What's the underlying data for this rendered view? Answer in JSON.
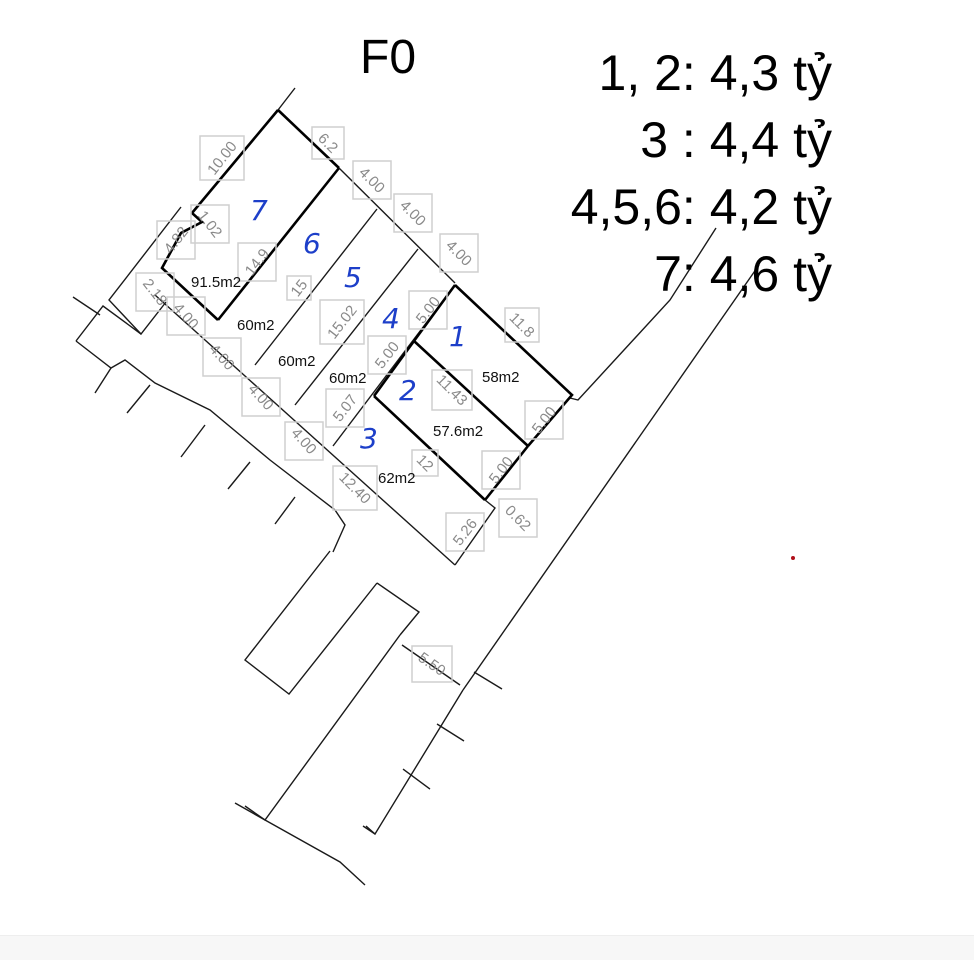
{
  "title": "F0",
  "prices": [
    {
      "plots": "1, 2",
      "sep": ":",
      "price": "4,3 tỷ",
      "text": "1, 2: 4,3 tỷ"
    },
    {
      "plots": "3",
      "sep": " :",
      "price": "4,4 tỷ",
      "text": "3 : 4,4 tỷ"
    },
    {
      "plots": "4,5,6",
      "sep": ":",
      "price": "4,2 tỷ",
      "text": "4,5,6: 4,2 tỷ"
    },
    {
      "plots": "7",
      "sep": ":",
      "price": "4,6 tỷ",
      "text": "7: 4,6 tỷ"
    }
  ],
  "plots": [
    {
      "number": "1",
      "area": "58m2"
    },
    {
      "number": "2",
      "area": "57.6m2"
    },
    {
      "number": "3",
      "area": "62m2"
    },
    {
      "number": "4",
      "area": "60m2"
    },
    {
      "number": "5",
      "area": "60m2"
    },
    {
      "number": "6",
      "area": "60m2"
    },
    {
      "number": "7",
      "area": "91.5m2"
    }
  ],
  "dimensions": {
    "d_10_00": "10.00",
    "d_6_2": "6.2",
    "d_4_00_a": "4.00",
    "d_4_00_b": "4.00",
    "d_4_00_c": "4.00",
    "d_1_02": "1.02",
    "d_4_82": "4.82",
    "d_14_9": "14.9",
    "d_15": "15",
    "d_2_18": "2.18",
    "d_4_00_d": "4.00",
    "d_4_00_e": "4.00",
    "d_4_00_f": "4.00",
    "d_4_00_g": "4.00",
    "d_15_02": "15.02",
    "d_5_00_a": "5.00",
    "d_5_00_b": "5.00",
    "d_11_8": "11.8",
    "d_11_43": "11.43",
    "d_5_00_c": "5.00",
    "d_5_07": "5.07",
    "d_12": "12",
    "d_5_00_d": "5.00",
    "d_12_40": "12.40",
    "d_5_26": "5.26",
    "d_0_62": "0.62",
    "d_5_50": "5.50"
  },
  "colors": {
    "plot_number": "#1d3fc9",
    "line": "#000000",
    "dimension_text": "#8a8a8a",
    "dimension_box": "#cfcfcf",
    "background": "#ffffff"
  }
}
